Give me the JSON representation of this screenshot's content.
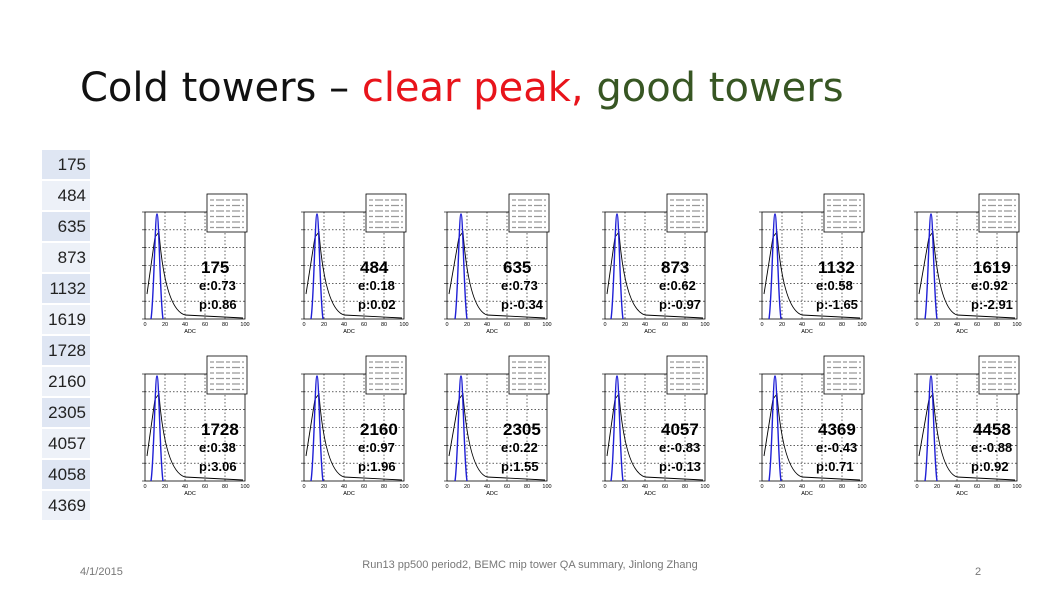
{
  "slide": {
    "title_part1": "Cold towers – ",
    "title_part2": "clear peak, ",
    "title_part3": "good towers",
    "colors": {
      "title_red": "#e8141b",
      "title_green": "#375623",
      "curve_blue": "#1f1fd6"
    }
  },
  "tower_list": [
    "175",
    "484",
    "635",
    "873",
    "1132",
    "1619",
    "1728",
    "2160",
    "2305",
    "4057",
    "4058",
    "4369"
  ],
  "panels": [
    {
      "id": "175",
      "tower": "175",
      "eff": "e:0.73",
      "prob": "p:0.86"
    },
    {
      "id": "484",
      "tower": "484",
      "eff": "e:0.18",
      "prob": "p:0.02"
    },
    {
      "id": "635",
      "tower": "635",
      "eff": "e:0.73",
      "prob": "p:-0.34"
    },
    {
      "id": "873",
      "tower": "873",
      "eff": "e:0.62",
      "prob": "p:-0.97"
    },
    {
      "id": "1132",
      "tower": "1132",
      "eff": "e:0.58",
      "prob": "p:-1.65"
    },
    {
      "id": "1619",
      "tower": "1619",
      "eff": "e:0.92",
      "prob": "p:-2.91"
    },
    {
      "id": "1728",
      "tower": "1728",
      "eff": "e:0.38",
      "prob": "p:3.06"
    },
    {
      "id": "2160",
      "tower": "2160",
      "eff": "e:0.97",
      "prob": "p:1.96"
    },
    {
      "id": "2305",
      "tower": "2305",
      "eff": "e:0.22",
      "prob": "p:1.55"
    },
    {
      "id": "4057",
      "tower": "4057",
      "eff": "e:-0.83",
      "prob": "p:-0.13"
    },
    {
      "id": "4369",
      "tower": "4369",
      "eff": "e:-0.43",
      "prob": "p:0.71"
    },
    {
      "id": "4458",
      "tower": "4458",
      "eff": "e:-0.88",
      "prob": "p:0.92"
    }
  ],
  "x_axis": {
    "label": "ADC",
    "ticks": [
      "0",
      "20",
      "40",
      "60",
      "80",
      "100"
    ]
  },
  "footer": {
    "date": "4/1/2015",
    "center": "Run13 pp500 period2, BEMC mip tower QA summary, Jinlong Zhang",
    "page": "2"
  }
}
